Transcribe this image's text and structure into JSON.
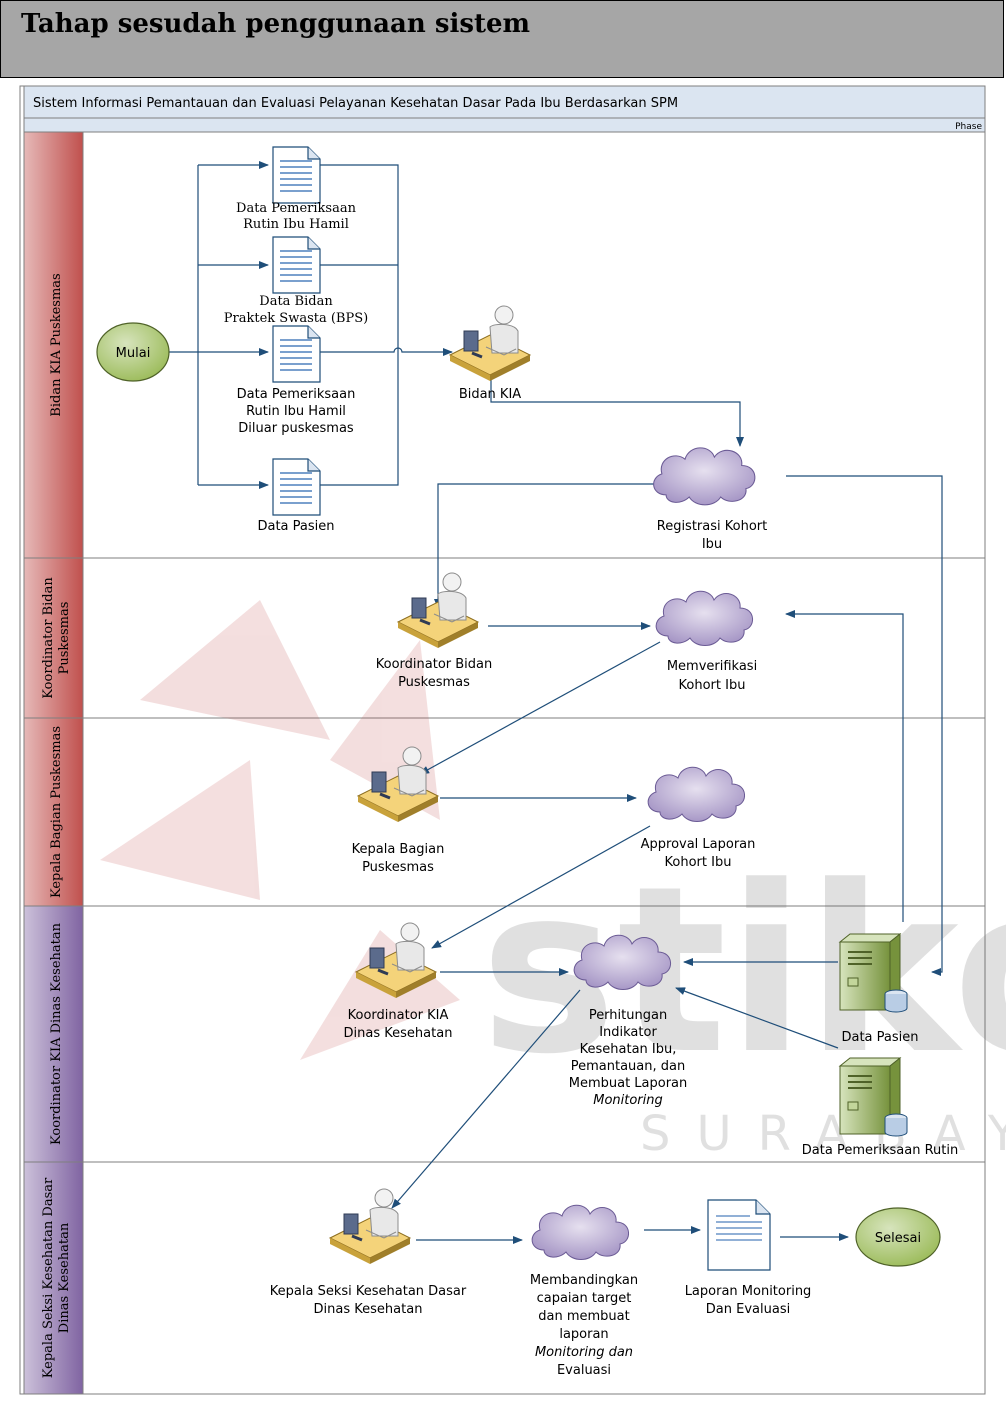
{
  "heading": "Tahap sesudah penggunaan sistem",
  "diagram_title": "Sistem Informasi Pemantauan dan Evaluasi Pelayanan Kesehatan Dasar Pada Ibu Berdasarkan SPM",
  "phase_label": "Phase",
  "watermark": "SURABAYA",
  "lanes": [
    {
      "label": "Bidan KIA Puskesmas",
      "color": "#c0504d"
    },
    {
      "label_lines": [
        "Koordinator Bidan",
        "Puskesmas"
      ],
      "color": "#c0504d"
    },
    {
      "label": "Kepala Bagian Puskesmas",
      "color": "#c0504d"
    },
    {
      "label": "Koordinator KIA Dinas Kesehatan",
      "color": "#8064a2"
    },
    {
      "label_lines": [
        "Kepala Seksi Kesehatan Dasar",
        "Dinas Kesehatan"
      ],
      "color": "#8064a2"
    }
  ],
  "start": "Mulai",
  "end": "Selesai",
  "documents": [
    [
      "Data Pemeriksaan",
      "Rutin Ibu Hamil"
    ],
    [
      "Data Bidan",
      "Praktek Swasta (BPS)"
    ],
    [
      "Data Pemeriksaan",
      "Rutin Ibu Hamil",
      "Diluar puskesmas"
    ],
    [
      "Data Pasien"
    ]
  ],
  "actors": [
    [
      "Bidan KIA"
    ],
    [
      "Koordinator Bidan",
      "Puskesmas"
    ],
    [
      "Kepala Bagian",
      "Puskesmas"
    ],
    [
      "Koordinator KIA",
      "Dinas Kesehatan"
    ],
    [
      "Kepala Seksi Kesehatan Dasar",
      "Dinas Kesehatan"
    ]
  ],
  "processes": [
    [
      "Registrasi Kohort",
      "Ibu"
    ],
    [
      "Memverifikasi",
      "Kohort Ibu"
    ],
    [
      "Approval Laporan",
      "Kohort Ibu"
    ],
    [
      "Perhitungan",
      "Indikator",
      "Kesehatan Ibu,",
      "Pemantauan, dan",
      "Membuat Laporan",
      "Monitoring"
    ],
    [
      "Membandingkan",
      "capaian target",
      "dan membuat",
      "laporan",
      "Monitoring dan",
      "Evaluasi"
    ]
  ],
  "databases": [
    "Data Pasien",
    "Data Pemeriksaan Rutin"
  ],
  "report": [
    "Laporan Monitoring",
    "Dan Evaluasi"
  ],
  "colors": {
    "header": "#a6a6a6",
    "title_bar": "#dbe5f1",
    "terminator": "#9bbb59",
    "cloud": "#b7a9d3",
    "server": "#9bbb59",
    "connector": "#1f4e79"
  }
}
